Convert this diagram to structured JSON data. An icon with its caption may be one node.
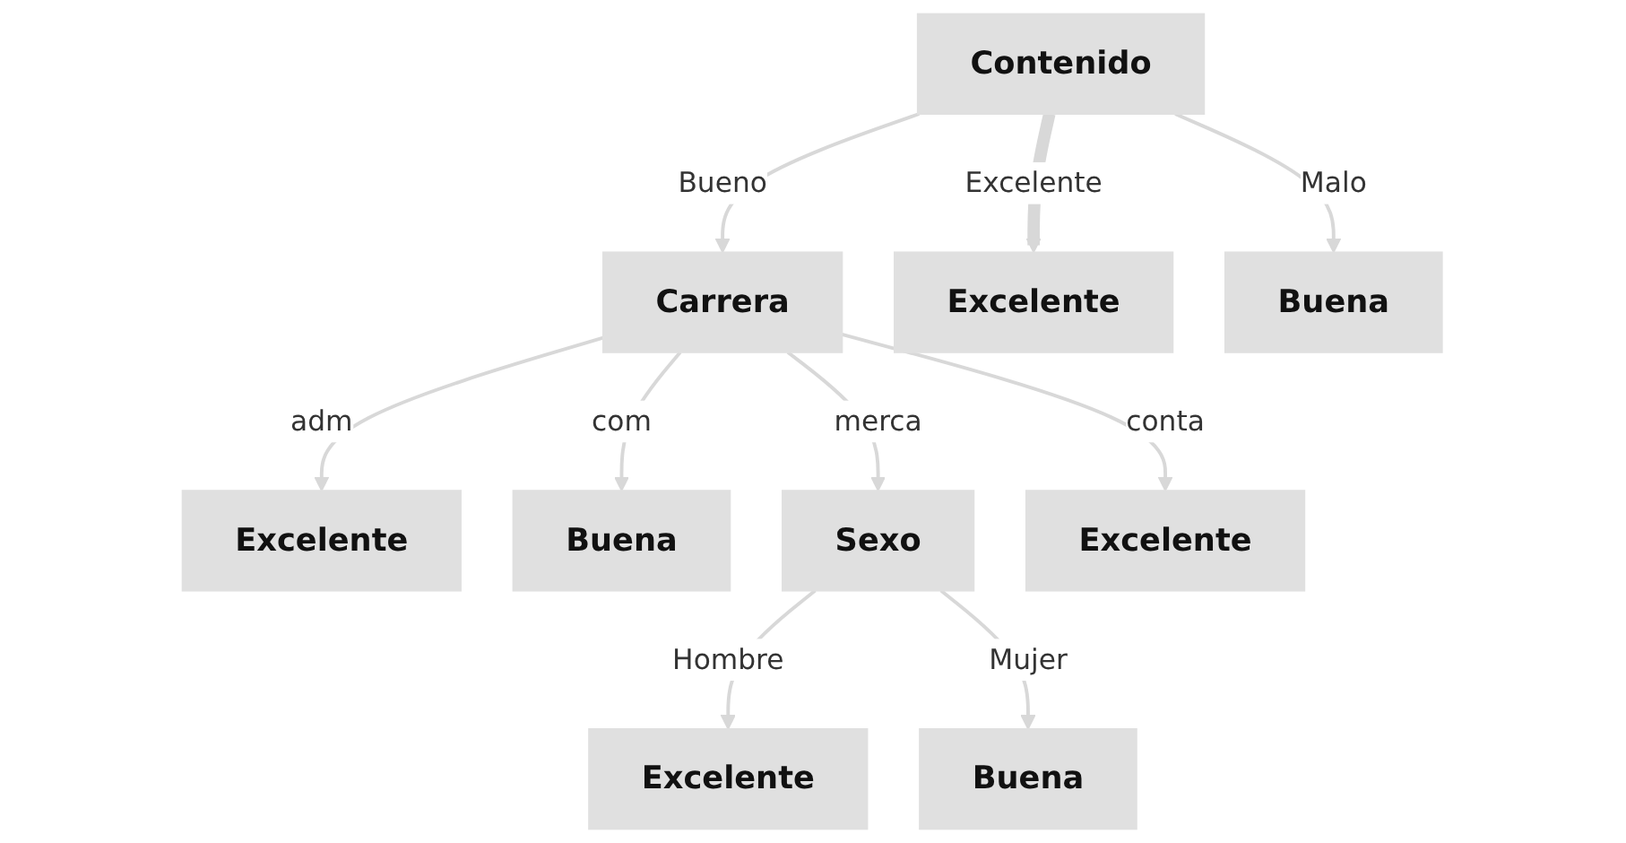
{
  "diagram": {
    "nodes": [
      {
        "text": [
          "Contenido"
        ]
      },
      {
        "text": [
          "Carrera"
        ]
      },
      {
        "text": [
          "Excelente"
        ]
      },
      {
        "text": [
          "Buena"
        ]
      },
      {
        "text": [
          "Excelente"
        ]
      },
      {
        "text": [
          "Buena"
        ]
      },
      {
        "text": [
          "Sexo"
        ]
      },
      {
        "text": [
          "Excelente"
        ]
      },
      {
        "text": [
          "Excelente"
        ]
      },
      {
        "text": [
          "Buena"
        ]
      }
    ],
    "edges": [
      {
        "from": 0,
        "to": 1,
        "arrow": "to",
        "label": "Bueno"
      },
      {
        "from": 0,
        "to": 2,
        "arrow": "to",
        "label": "Excelente",
        "style": "thick"
      },
      {
        "from": 0,
        "to": 3,
        "arrow": "to",
        "label": "Malo"
      },
      {
        "from": 1,
        "to": 4,
        "arrow": "to",
        "label": "adm"
      },
      {
        "from": 1,
        "to": 5,
        "arrow": "to",
        "label": "com"
      },
      {
        "from": 1,
        "to": 6,
        "arrow": "to",
        "label": "merca"
      },
      {
        "from": 1,
        "to": 7,
        "arrow": "to",
        "label": "conta"
      },
      {
        "from": 6,
        "to": 8,
        "arrow": "to",
        "label": "Hombre"
      },
      {
        "from": 6,
        "to": 9,
        "arrow": "to",
        "label": "Mujer"
      }
    ]
  }
}
